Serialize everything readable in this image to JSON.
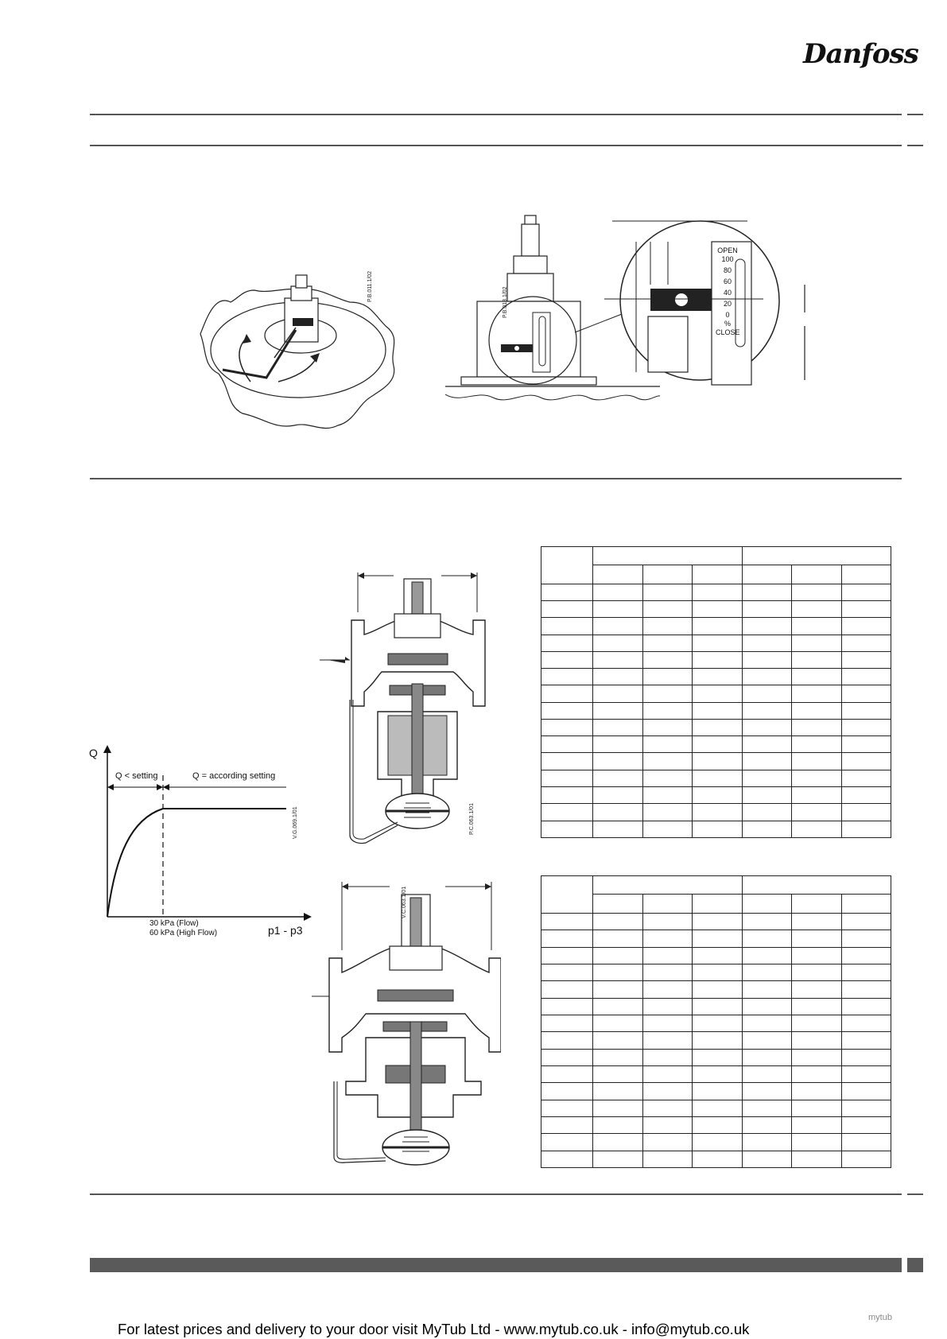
{
  "brand": {
    "logo_text": "Danfoss"
  },
  "figures": {
    "adjust_code": "P.B.011.1/02",
    "scale_code": "P.B.013.1/02",
    "scale_labels": {
      "open": "OPEN",
      "marks": [
        "100",
        "80",
        "60",
        "40",
        "20",
        "0"
      ],
      "unit": "%",
      "close": "CLOSE"
    },
    "valve_a_code": "P.C.063.1/01",
    "valve_b_code": "V.C.063.1/01"
  },
  "graph": {
    "y_axis": "Q",
    "x_axis": "p1 - p3",
    "region_left": "Q < setting",
    "region_right": "Q = according setting",
    "threshold_flow": "30 kPa (Flow)",
    "threshold_high": "60 kPa (High Flow)",
    "code": "V.G.069.1/01"
  },
  "footer": {
    "text": "For latest prices and delivery to your door visit MyTub Ltd - www.mytub.co.uk - info@mytub.co.uk",
    "mark": "mytub"
  }
}
